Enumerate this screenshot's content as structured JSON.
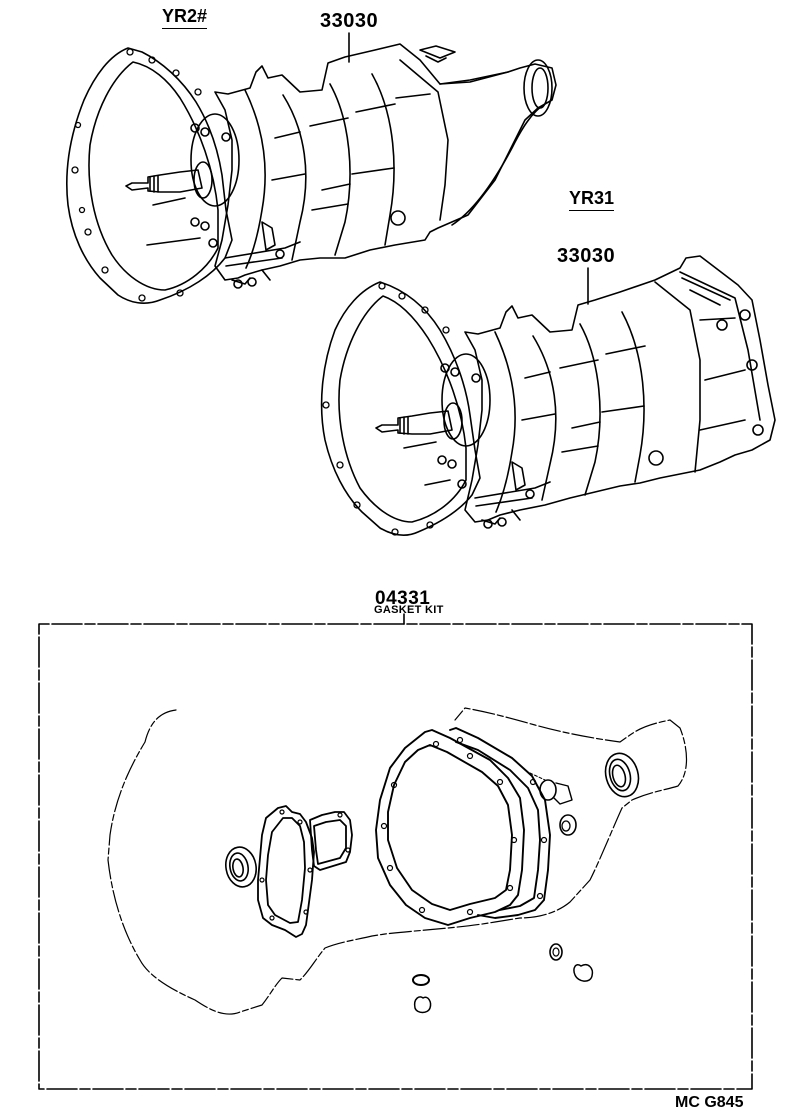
{
  "diagram": {
    "type": "exploded parts diagram",
    "subject": "manual transmission assembly and gasket kit",
    "colors": {
      "ink": "#000000",
      "background": "#ffffff"
    }
  },
  "labels": {
    "model_upper": "YR2#",
    "part_upper": "33030",
    "model_lower": "YR31",
    "part_lower": "33030",
    "kit_number": "04331",
    "kit_name": "GASKET KIT",
    "figure_code": "MC G845"
  },
  "assemblies": [
    {
      "id": "transmission-yr2",
      "model": "YR2#",
      "part_number": "33030"
    },
    {
      "id": "transmission-yr31",
      "model": "YR31",
      "part_number": "33030"
    },
    {
      "id": "gasket-kit",
      "part_number": "04331",
      "name": "GASKET KIT"
    }
  ]
}
